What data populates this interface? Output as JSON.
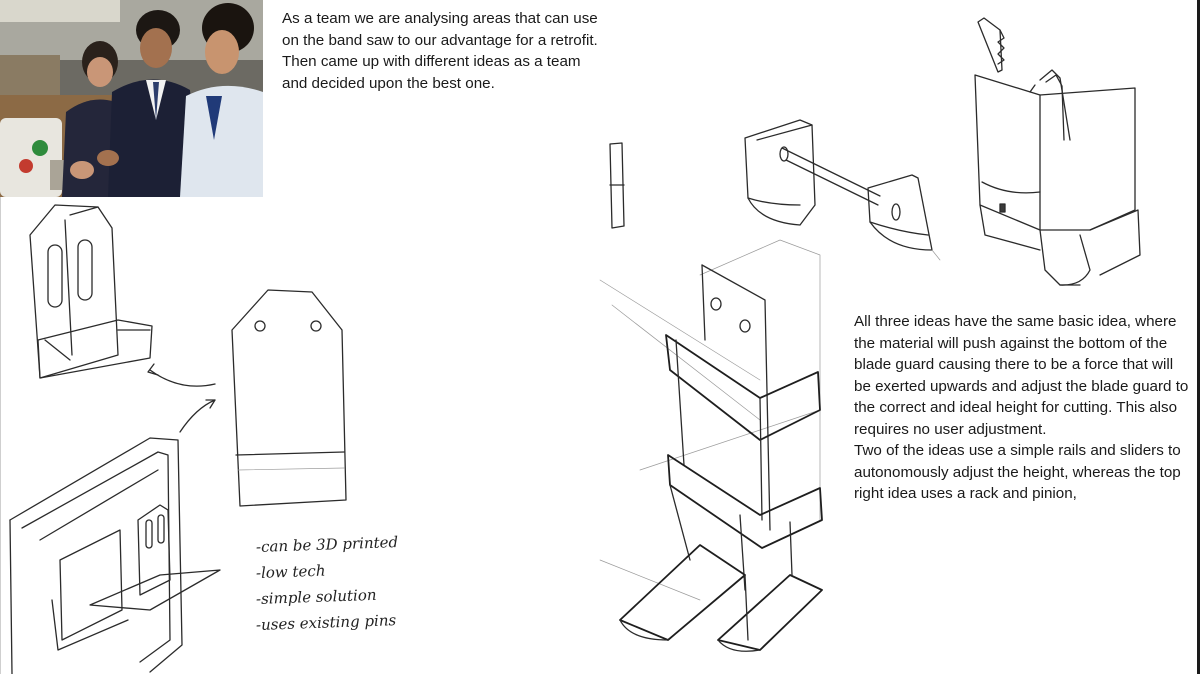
{
  "captions": {
    "top": "As a team we are analysing areas that can use on the band saw to our advantage for a retrofit. Then came up with different ideas as a team and decided upon the best one.",
    "right": [
      "All three ideas have the same basic idea, where the material will push against the bottom of the blade guard causing there to be a force that will be exerted upwards and adjust the blade guard to the correct and ideal height for cutting. This also requires no user adjustment.",
      "Two of the ideas use a simple rails and sliders to autonomously adjust the height, whereas the top right idea uses a rack and pinion,"
    ]
  },
  "notes": [
    "-can be 3D printed",
    "-low tech",
    "-simple solution",
    "-uses existing pins"
  ],
  "colors": {
    "background": "#ffffff",
    "ink": "#2b2b2b",
    "text": "#1a1a1a"
  }
}
